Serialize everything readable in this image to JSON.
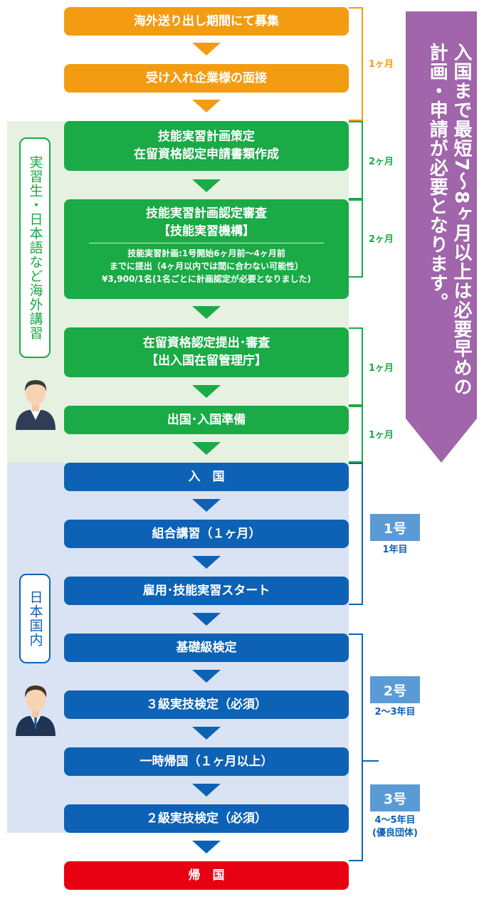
{
  "steps": {
    "s1": "海外送り出し期間にて募集",
    "s2": "受け入れ企業様の面接",
    "s3_line1": "技能実習計画策定",
    "s3_line2": "在留資格認定申請書類作成",
    "s4_line1": "技能実習計画認定審査",
    "s4_line2": "【技能実習機構】",
    "s4_note1": "技能実習計画:1号開始6ヶ月前〜4ヶ月前",
    "s4_note2": "までに提出（4ヶ月以内では間に合わない可能性）",
    "s4_note3": "¥3,900/1名(1名ごとに計画認定が必要となりました)",
    "s5_line1": "在留資格認定提出･審査",
    "s5_line2": "【出入国在留管理庁】",
    "s6": "出国･入国準備",
    "s7": "入　国",
    "s8": "組合講習（１ヶ月）",
    "s9": "雇用･技能実習スタート",
    "s10": "基礎級検定",
    "s11": "３級実技検定（必須）",
    "s12": "一時帰国（１ヶ月以上）",
    "s13": "２級実技検定（必須）",
    "s14": "帰　国"
  },
  "durations": {
    "d1": "1ヶ月",
    "d2": "2ヶ月",
    "d3": "2ヶ月",
    "d4": "1ヶ月",
    "d5": "1ヶ月"
  },
  "side_labels": {
    "overseas": "実習生・日本語など海外講習",
    "domestic": "日本国内"
  },
  "grades": {
    "g1": "1号",
    "g1_sub": "1年目",
    "g2": "2号",
    "g2_sub": "2〜3年目",
    "g3": "3号",
    "g3_sub1": "4〜5年目",
    "g3_sub2": "(優良団体)"
  },
  "banner": "入国まで最短7〜8ヶ月以上は必要早めの計画・申請が必要となります。",
  "colors": {
    "orange": "#f39c12",
    "green": "#1aaa46",
    "blue": "#0d62b5",
    "red": "#e60012",
    "purple": "#a065aa",
    "grade_box": "#5b9bd5"
  },
  "icons": [
    "person-icon",
    "person-icon"
  ]
}
